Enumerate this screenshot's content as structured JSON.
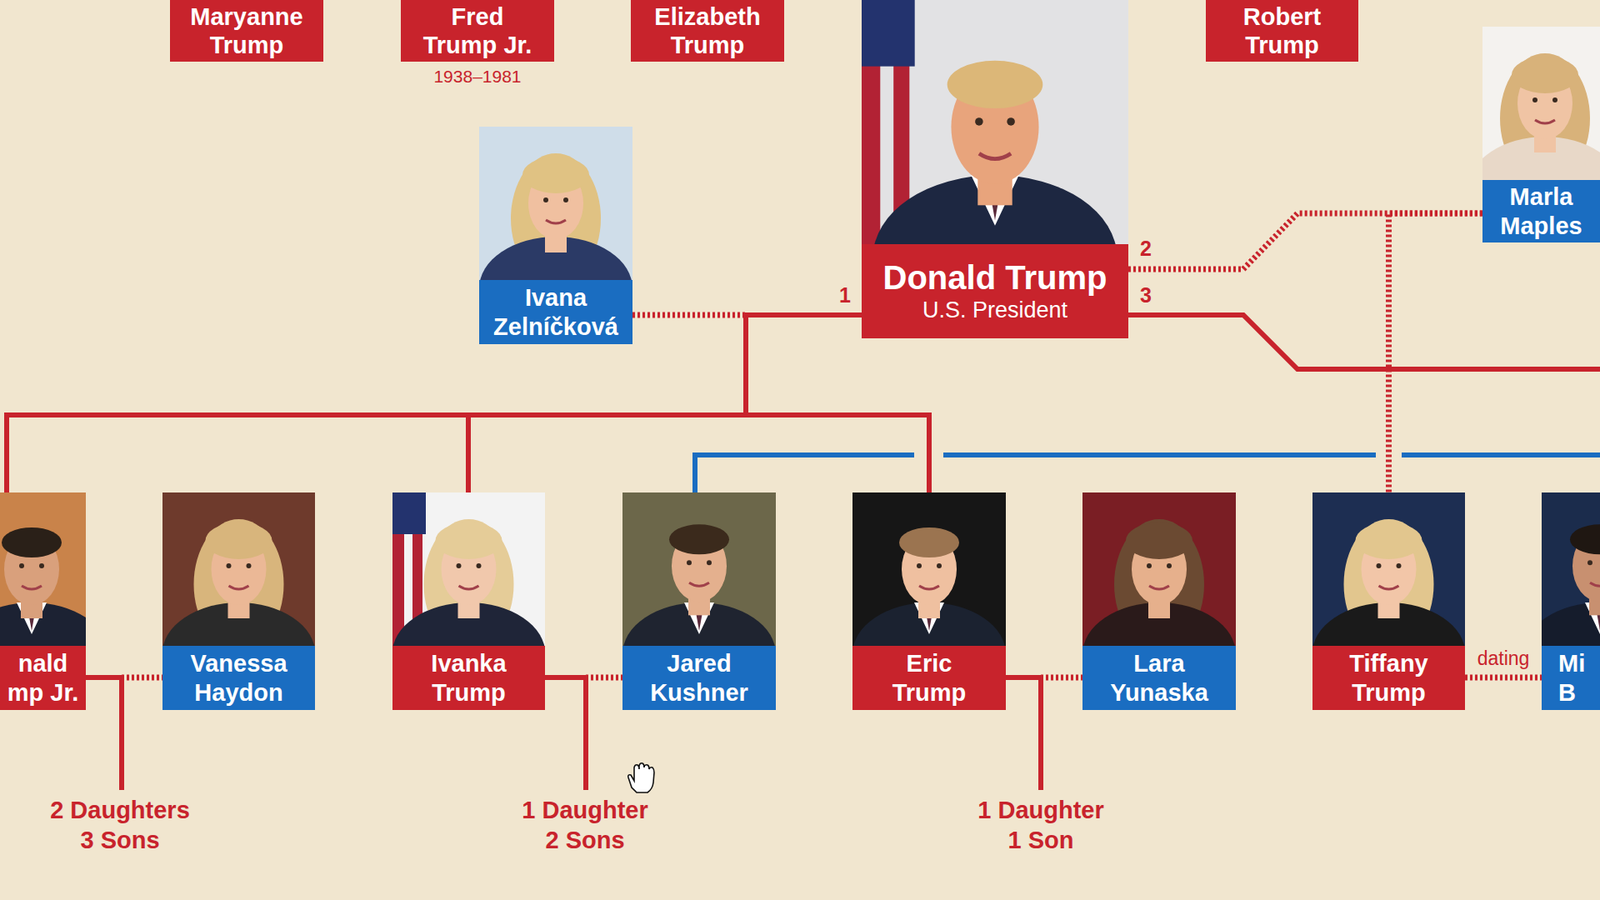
{
  "diagram": {
    "nodes": [
      {
        "text": [
          "Maryanne Trump"
        ]
      },
      {
        "text": [
          "Fred Trump Jr.",
          "1938–1981"
        ]
      },
      {
        "text": [
          "Elizabeth Trump"
        ]
      },
      {
        "text": [
          "Donald Trump",
          "U.S. President"
        ]
      },
      {
        "text": [
          "Robert Trump"
        ]
      },
      {
        "text": [
          "Marla Maples"
        ]
      },
      {
        "text": [
          "Ivana Zelníčková"
        ]
      },
      {
        "text": [
          "nald mp Jr."
        ]
      },
      {
        "text": [
          "Vanessa Haydon"
        ]
      },
      {
        "text": [
          "Ivanka Trump"
        ]
      },
      {
        "text": [
          "Jared Kushner"
        ]
      },
      {
        "text": [
          "Eric Trump"
        ]
      },
      {
        "text": [
          "Lara Yunaska"
        ]
      },
      {
        "text": [
          "Tiffany Trump"
        ]
      },
      {
        "text": [
          "Mi B"
        ]
      }
    ],
    "edges": [
      {
        "from": 6,
        "to": 3,
        "arrow": "none"
      },
      {
        "from": 3,
        "to": 5,
        "arrow": "none"
      },
      {
        "from": 3,
        "to": 7,
        "arrow": "none"
      },
      {
        "from": 3,
        "to": 9,
        "arrow": "none"
      },
      {
        "from": 3,
        "to": 11,
        "arrow": "none"
      },
      {
        "from": 5,
        "to": 13,
        "arrow": "none"
      },
      {
        "from": 7,
        "to": 8,
        "arrow": "none"
      },
      {
        "from": 9,
        "to": 10,
        "arrow": "none"
      },
      {
        "from": 11,
        "to": 12,
        "arrow": "none"
      },
      {
        "from": 13,
        "to": 14,
        "label": "dating",
        "arrow": "none"
      }
    ],
    "labels": [
      "1",
      "2",
      "3",
      "2 Daughters 3 Sons",
      "1 Daughter 2 Sons",
      "1 Daughter 1 Son"
    ]
  }
}
